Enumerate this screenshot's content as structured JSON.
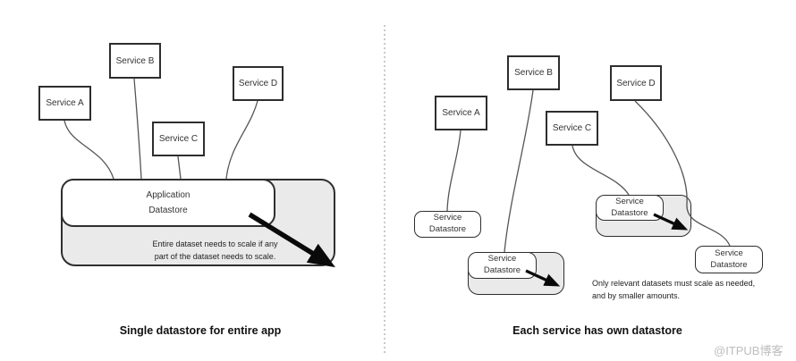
{
  "panels": {
    "left": {
      "title": "Single datastore for entire app",
      "services": [
        {
          "label": "Service A"
        },
        {
          "label": "Service B"
        },
        {
          "label": "Service C"
        },
        {
          "label": "Service D"
        }
      ],
      "datastore": {
        "line1": "Application",
        "line2": "Datastore"
      },
      "caption": {
        "line1": "Entire dataset needs to scale if any",
        "line2": "part of the dataset needs to scale."
      }
    },
    "right": {
      "title": "Each service has own datastore",
      "services": [
        {
          "label": "Service A"
        },
        {
          "label": "Service B"
        },
        {
          "label": "Service C"
        },
        {
          "label": "Service D"
        }
      ],
      "datastores": {
        "a": {
          "line1": "Service",
          "line2": "Datastore"
        },
        "b": {
          "line1": "Service",
          "line2": "Datastore"
        },
        "c": {
          "line1": "Service",
          "line2": "Datastore"
        },
        "d": {
          "line1": "Service",
          "line2": "Datastore"
        }
      },
      "note": {
        "line1": "Only relevant datasets must scale as needed,",
        "line2": "and by smaller amounts."
      }
    }
  },
  "watermark": "@ITPUB博客",
  "colors": {
    "box_border": "#2e2e2e",
    "gray_fill": "#eaeaea",
    "connector": "#555555",
    "arrow": "#0a0a0a",
    "divider": "#c9c9c9",
    "watermark": "#bdbdbd"
  }
}
